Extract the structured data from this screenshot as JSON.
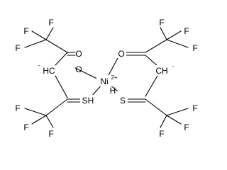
{
  "atoms": {
    "f_tl_a": "F",
    "f_tl_b": "F",
    "f_tl_c": "F",
    "o_left": "O",
    "hc_left": "HC",
    "hc_left_charge": "-",
    "o_left_ni": "O",
    "ni": "Ni",
    "ni_charge": "2+",
    "sh_left": "SH",
    "f_bl_a": "F",
    "f_bl_b": "F",
    "f_bl_c": "F",
    "o_right": "O",
    "f_tr_a": "F",
    "f_tr_b": "F",
    "f_tr_c": "F",
    "ch_right": "CH",
    "ch_right_charge": "-",
    "s_right": "S",
    "h_right": "H",
    "f_br_a": "F",
    "f_br_b": "F",
    "f_br_c": "F"
  },
  "colors": {
    "ink": "#000000",
    "background": "#ffffff"
  }
}
